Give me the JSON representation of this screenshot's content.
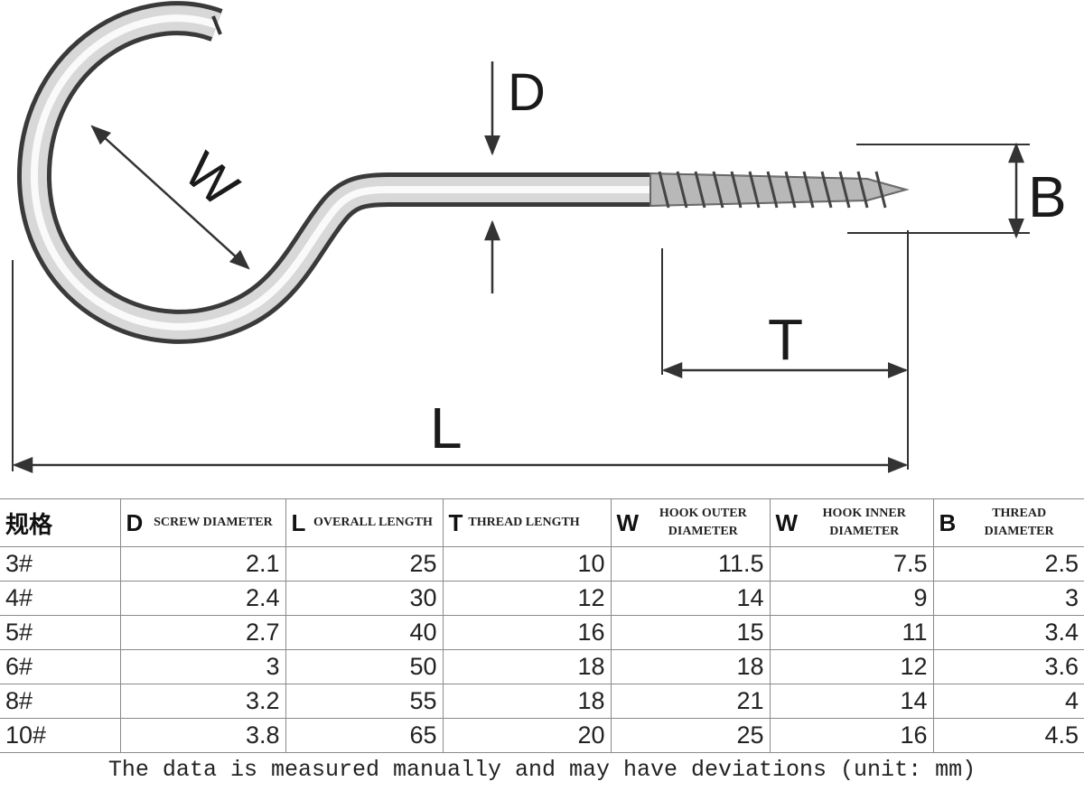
{
  "diagram": {
    "labels": {
      "D": "D",
      "W": "W",
      "B": "B",
      "T": "T",
      "L": "L"
    }
  },
  "table": {
    "spec_label": "规格",
    "columns": [
      {
        "symbol": "D",
        "desc": "SCREW DIAMETER"
      },
      {
        "symbol": "L",
        "desc": "OVERALL LENGTH"
      },
      {
        "symbol": "T",
        "desc": "THREAD LENGTH"
      },
      {
        "symbol": "W",
        "desc": "HOOK OUTER DIAMETER"
      },
      {
        "symbol": "W",
        "desc": "HOOK INNER DIAMETER"
      },
      {
        "symbol": "B",
        "desc": "THREAD DIAMETER"
      }
    ],
    "rows": [
      [
        "3#",
        "2.1",
        "25",
        "10",
        "11.5",
        "7.5",
        "2.5"
      ],
      [
        "4#",
        "2.4",
        "30",
        "12",
        "14",
        "9",
        "3"
      ],
      [
        "5#",
        "2.7",
        "40",
        "16",
        "15",
        "11",
        "3.4"
      ],
      [
        "6#",
        "3",
        "50",
        "18",
        "18",
        "12",
        "3.6"
      ],
      [
        "8#",
        "3.2",
        "55",
        "18",
        "21",
        "14",
        "4"
      ],
      [
        "10#",
        "3.8",
        "65",
        "20",
        "25",
        "16",
        "4.5"
      ]
    ]
  },
  "footnote": "The data is measured manually and may have deviations (unit: mm)"
}
